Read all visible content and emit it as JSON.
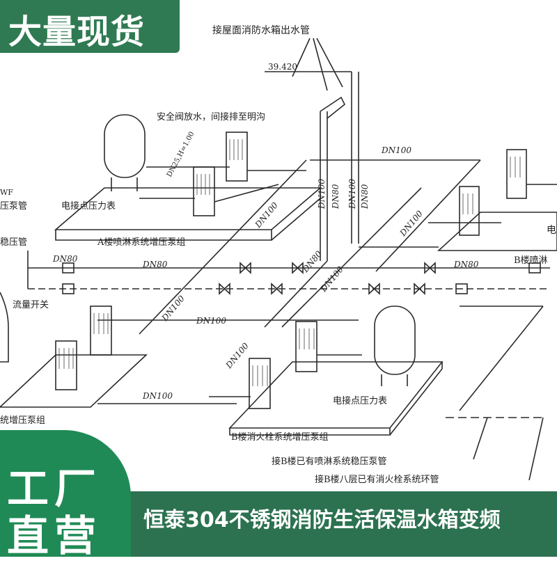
{
  "badge": {
    "text": "大量现货"
  },
  "corner": {
    "line1": "工厂",
    "line2": "直营"
  },
  "footer": {
    "text": "恒泰304不锈钢消防生活保温水箱变频"
  },
  "diagram": {
    "roof_pipe": "接屋面消防水箱出水管",
    "elevation": "39.420",
    "safety_valve": "安全阀放水，间接排至明沟",
    "pipe_spec": "DN25,H=1.00",
    "gauge_a": "电接点压力表",
    "group_a": "A楼喷淋系统增压泵组",
    "group_b_spray": "B楼喷淋",
    "left_pump_mgmt": "压泵管",
    "left_stable_mgmt": "稳压管",
    "left_wf": "WF",
    "flow_switch": "流量开关",
    "left_group": "统增压泵组",
    "gauge_b": "电接点压力表",
    "group_b_fire": "B楼消火栓系统增压泵组",
    "connect_1": "接B楼已有喷淋系统稳压泵管",
    "connect_2": "接B楼八层已有消火栓系统环管",
    "right_fragment": "电",
    "dn100": "DN100",
    "dn80": "DN80"
  }
}
